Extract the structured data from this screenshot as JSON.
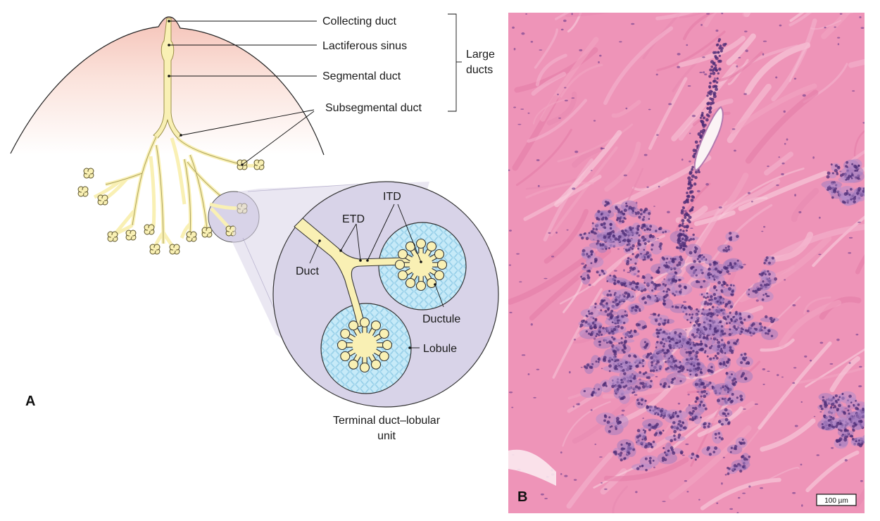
{
  "panel_a": {
    "letter": "A",
    "labels": {
      "collecting_duct": "Collecting duct",
      "lactiferous_sinus": "Lactiferous sinus",
      "segmental_duct": "Segmental duct",
      "subsegmental_duct": "Subsegmental duct",
      "large_ducts_line1": "Large",
      "large_ducts_line2": "ducts",
      "itd": "ITD",
      "etd": "ETD",
      "duct": "Duct",
      "ductule": "Ductule",
      "lobule": "Lobule",
      "caption_line1": "Terminal duct–lobular",
      "caption_line2": "unit"
    }
  },
  "panel_b": {
    "letter": "B",
    "scale_bar": "100 µm"
  },
  "colors": {
    "duct_fill": "#f9f0b4",
    "duct_stroke": "#9a8f48",
    "breast_gradient_top": "#f7c9c0",
    "magnified_fill": "#d8d3e8",
    "lobule_fill": "#bfe6f5",
    "stroma_pink": "#ec8fb4",
    "epithelium_purple": "#7b4f9c"
  }
}
